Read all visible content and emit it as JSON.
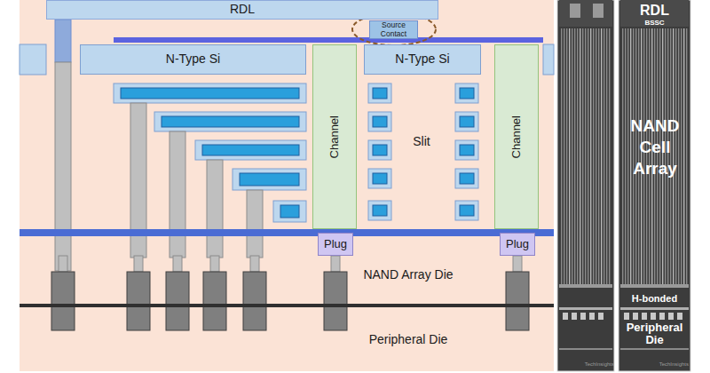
{
  "diagram": {
    "nodes": [
      {
        "text": [
          "RDL"
        ]
      },
      {
        "text": [
          "Source Contact"
        ]
      },
      {
        "text": [
          "N-Type Si"
        ]
      },
      {
        "text": [
          "N-Type Si"
        ]
      },
      {
        "text": [
          "Channel"
        ]
      },
      {
        "text": [
          "Channel"
        ]
      },
      {
        "text": [
          "Plug"
        ]
      },
      {
        "text": [
          "Plug"
        ]
      }
    ],
    "labels": [
      "Slit",
      "NAND Array Die",
      "Peripheral Die",
      "RDL",
      "BSSC",
      "NAND Cell Array",
      "H-bonded",
      "Peripheral Die",
      "TechInsights",
      "TechInsights"
    ]
  }
}
